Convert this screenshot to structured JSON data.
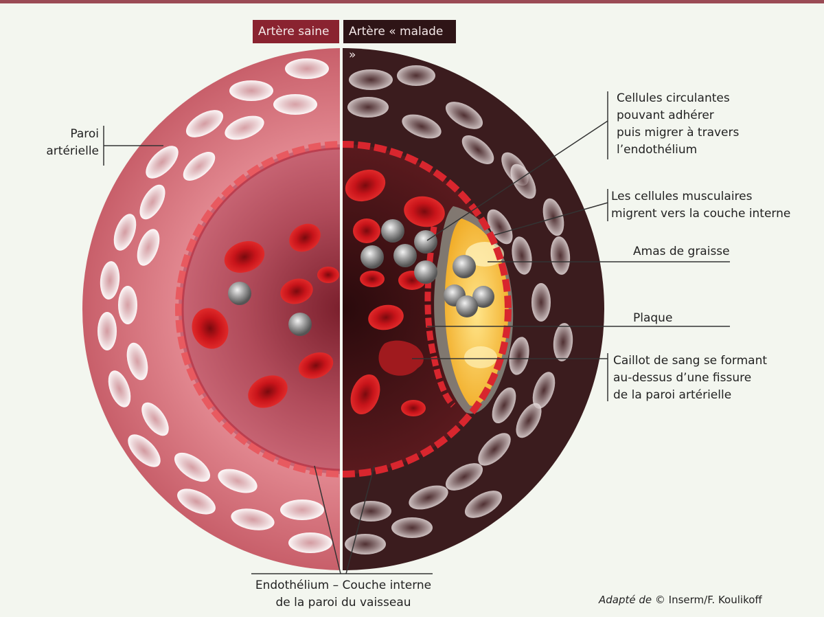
{
  "header": {
    "healthy_label": "Artère saine",
    "diseased_label": "Artère « malade »"
  },
  "labels": {
    "arterial_wall": "Paroi\nartérielle",
    "circulating_cells": "Cellules circulantes\npouvant adhérer\npuis migrer à travers\nl’endothélium",
    "muscle_cells": "Les cellules musculaires\nmigrent vers la couche interne",
    "fat_deposit": "Amas de graisse",
    "plaque": "Plaque",
    "blood_clot": "Caillot de sang se formant\nau-dessus d’une fissure\nde la paroi artérielle",
    "endothelium": "Endothélium – Couche interne\nde la paroi du vaisseau"
  },
  "credit": {
    "prefix": "Adapté de",
    "text": "© Inserm/F. Koulikoff"
  },
  "colors": {
    "healthy_wall": "#d8767f",
    "healthy_lumen": "#a03a48",
    "diseased_wall": "#3b1c1e",
    "diseased_lumen": "#4a1416",
    "red_cell": "#c8141a",
    "plaque_fat": "#f2b030",
    "page_background": "#f3f6ef"
  }
}
